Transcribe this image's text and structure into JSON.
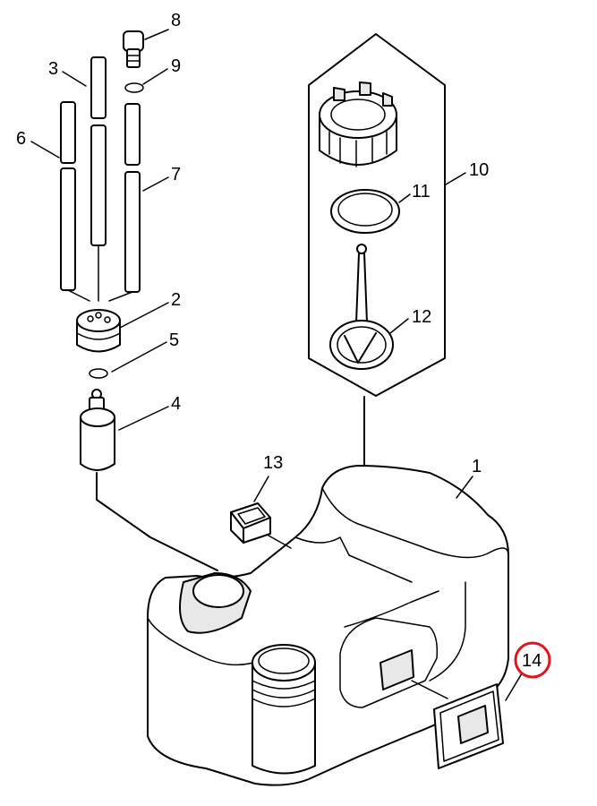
{
  "callouts": [
    {
      "id": "8",
      "part": "cap"
    },
    {
      "id": "9",
      "part": "o-ring"
    },
    {
      "id": "3",
      "part": "tube"
    },
    {
      "id": "6",
      "part": "tube"
    },
    {
      "id": "7",
      "part": "tube"
    },
    {
      "id": "2",
      "part": "grommet"
    },
    {
      "id": "5",
      "part": "o-ring"
    },
    {
      "id": "4",
      "part": "fuel-filter"
    },
    {
      "id": "10",
      "part": "fuel-cap-assembly"
    },
    {
      "id": "11",
      "part": "gasket"
    },
    {
      "id": "12",
      "part": "strap"
    },
    {
      "id": "13",
      "part": "grommet"
    },
    {
      "id": "1",
      "part": "fuel-tank"
    },
    {
      "id": "14",
      "part": "plate"
    }
  ],
  "highlight": {
    "id": "14",
    "color": "#e0161b"
  }
}
